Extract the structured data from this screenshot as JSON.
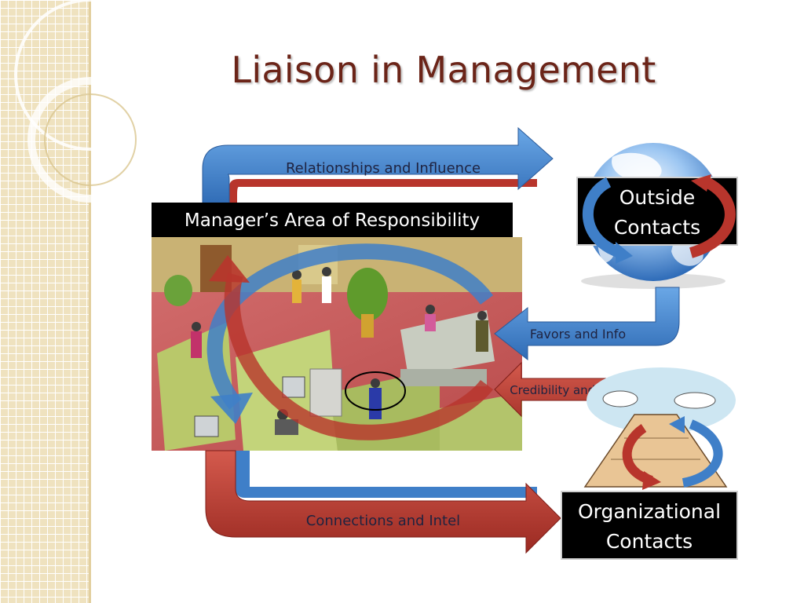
{
  "slide": {
    "title": "Liaison in Management"
  },
  "diagram": {
    "center_box": "Manager’s Area of Responsibility",
    "outside_contacts": [
      "Outside",
      "Contacts"
    ],
    "org_contacts": [
      "Organizational",
      "Contacts"
    ],
    "arrows": {
      "relationships": "Relationships and Influence",
      "favors": "Favors and Info",
      "credibility": "Credibility and Status",
      "connections": "Connections and Intel"
    }
  },
  "colors": {
    "blue_arrow": "#3f7fc8",
    "red_arrow": "#b8352c",
    "title": "#6b2418",
    "box_bg": "#000000"
  },
  "icons": {
    "globe": "globe-icon",
    "pyramid": "pyramid-icon",
    "office": "office-scene-image"
  }
}
